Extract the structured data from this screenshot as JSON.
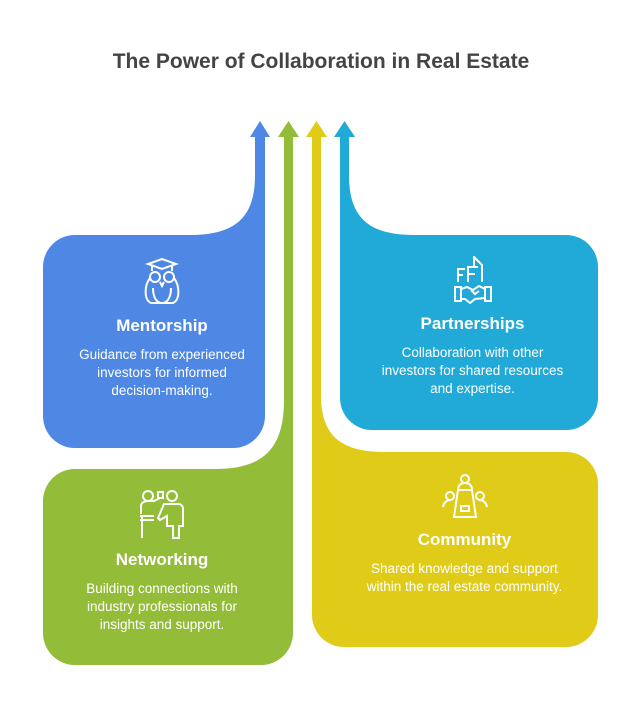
{
  "title": "The Power of Collaboration in Real Estate",
  "colors": {
    "mentorship": "#4E88E4",
    "networking": "#93BC39",
    "community": "#DFCB18",
    "partnerships": "#21AAD8"
  },
  "cards": {
    "mentorship": {
      "title": "Mentorship",
      "desc": "Guidance from experienced investors for informed decision-making.",
      "icon": "owl-graduation-icon"
    },
    "partnerships": {
      "title": "Partnerships",
      "desc": "Collaboration with other investors for shared resources and expertise.",
      "icon": "handshake-buildings-icon"
    },
    "networking": {
      "title": "Networking",
      "desc": "Building connections with industry professionals for insights and support.",
      "icon": "presenter-icon"
    },
    "community": {
      "title": "Community",
      "desc": "Shared knowledge and support within the real estate community.",
      "icon": "meeting-table-icon"
    }
  }
}
